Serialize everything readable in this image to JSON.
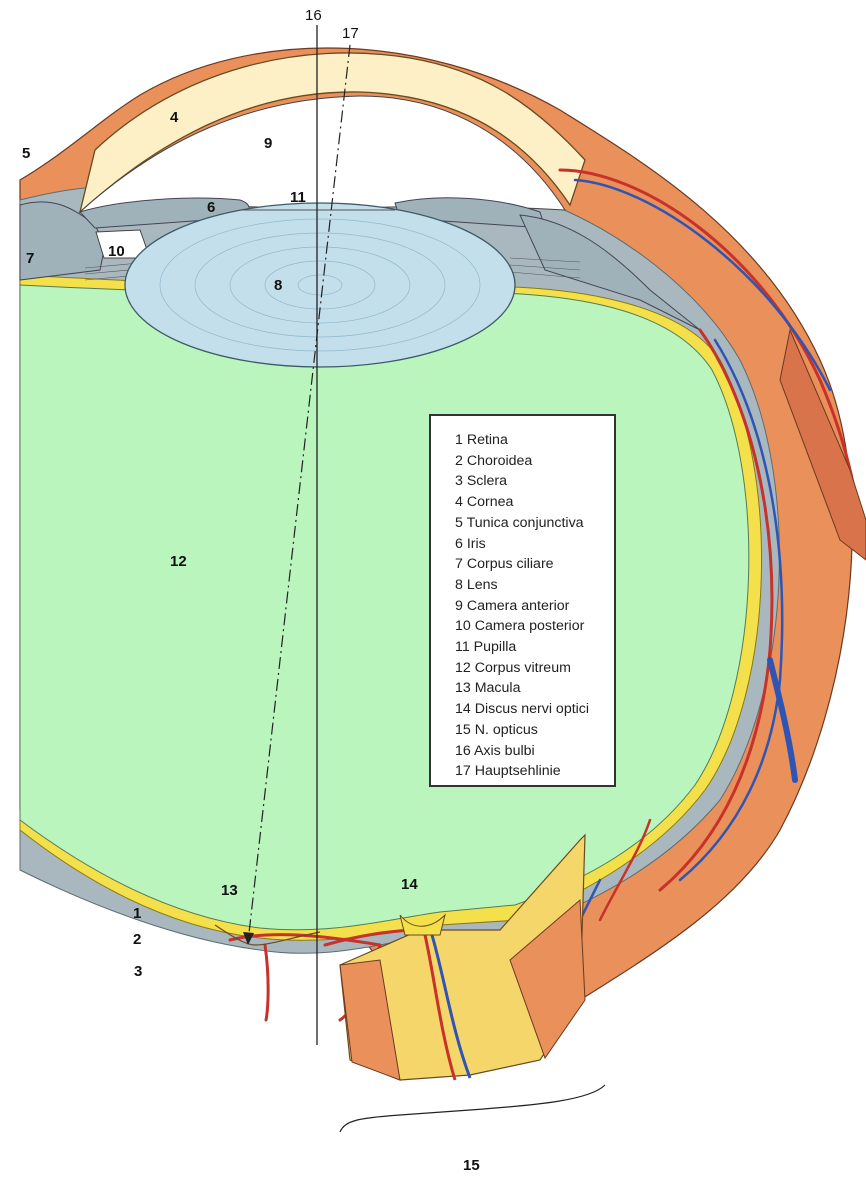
{
  "colors": {
    "vitreous": "#b9f5bd",
    "sclera": "#e9905b",
    "cornea": "#fdf0c6",
    "choroid": "#a9b8bf",
    "retina": "#f3e04a",
    "lens": "#c4dfec",
    "iris": "#9fb2b9",
    "artery": "#c7322a",
    "vein": "#2f55b4",
    "nerve": "#f5d66a"
  },
  "labels": {
    "l1": "1",
    "l2": "2",
    "l3": "3",
    "l4": "4",
    "l5": "5",
    "l6": "6",
    "l7": "7",
    "l8": "8",
    "l9": "9",
    "l10": "10",
    "l11": "11",
    "l12": "12",
    "l13": "13",
    "l14": "14",
    "l15": "15",
    "l16": "16",
    "l17": "17"
  },
  "legend": [
    "1 Retina",
    "2 Choroidea",
    "3 Sclera",
    "4 Cornea",
    "5 Tunica conjunctiva",
    "6 Iris",
    "7 Corpus ciliare",
    "8 Lens",
    "9 Camera anterior",
    "10 Camera posterior",
    "11 Pupilla",
    "12 Corpus vitreum",
    "13 Macula",
    "14 Discus nervi optici",
    "15 N. opticus",
    "16 Axis bulbi",
    "17 Hauptsehlinie"
  ]
}
